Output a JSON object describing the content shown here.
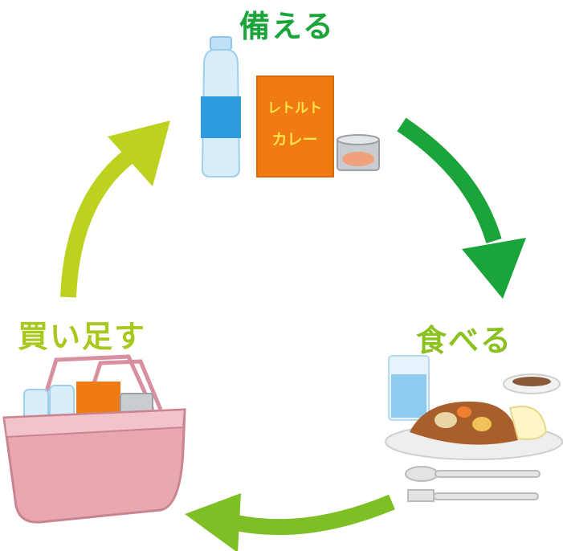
{
  "cycle": {
    "steps": [
      {
        "id": "prepare",
        "label": "備える",
        "color": "#1aa43a"
      },
      {
        "id": "eat",
        "label": "食べる",
        "color": "#8cc21f"
      },
      {
        "id": "restock",
        "label": "買い足す",
        "color": "#a9c81c"
      }
    ],
    "arrows": [
      {
        "from": "prepare",
        "to": "eat",
        "color": "#1aa43a"
      },
      {
        "from": "eat",
        "to": "restock",
        "color": "#7fbf26"
      },
      {
        "from": "restock",
        "to": "prepare",
        "color": "#bcd21e"
      }
    ]
  },
  "items": {
    "curry_pack_text_line1": "レトルト",
    "curry_pack_text_line2": "カレー",
    "icons": [
      "water-bottle",
      "retort-curry-pack",
      "canned-food",
      "curry-rice-plate",
      "water-glass",
      "spoon",
      "fork",
      "shopping-basket"
    ]
  }
}
